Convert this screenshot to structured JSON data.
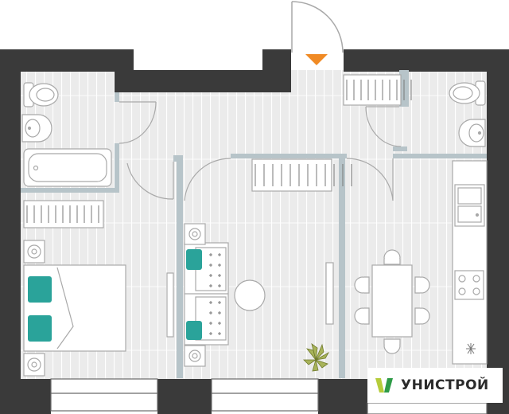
{
  "brand": {
    "name": "УНИСТРОЙ",
    "color_text": "#2b2b2b",
    "color_mark_light": "#b5cc3a",
    "color_mark_dark": "#2e9b47"
  },
  "colors": {
    "wall": "#3a3a3a",
    "floor": "#ebebeb",
    "floor_line": "#ffffff",
    "partition": "#b7c4c9",
    "furniture_stroke": "#a9a9a9",
    "accent_teal": "#2aa39a",
    "entry_arrow": "#f08a24",
    "plant": "#a8b35a"
  },
  "rooms": [
    {
      "name": "bedroom"
    },
    {
      "name": "living-room"
    },
    {
      "name": "kitchen"
    },
    {
      "name": "bathroom"
    },
    {
      "name": "toilet"
    },
    {
      "name": "hallway"
    }
  ]
}
